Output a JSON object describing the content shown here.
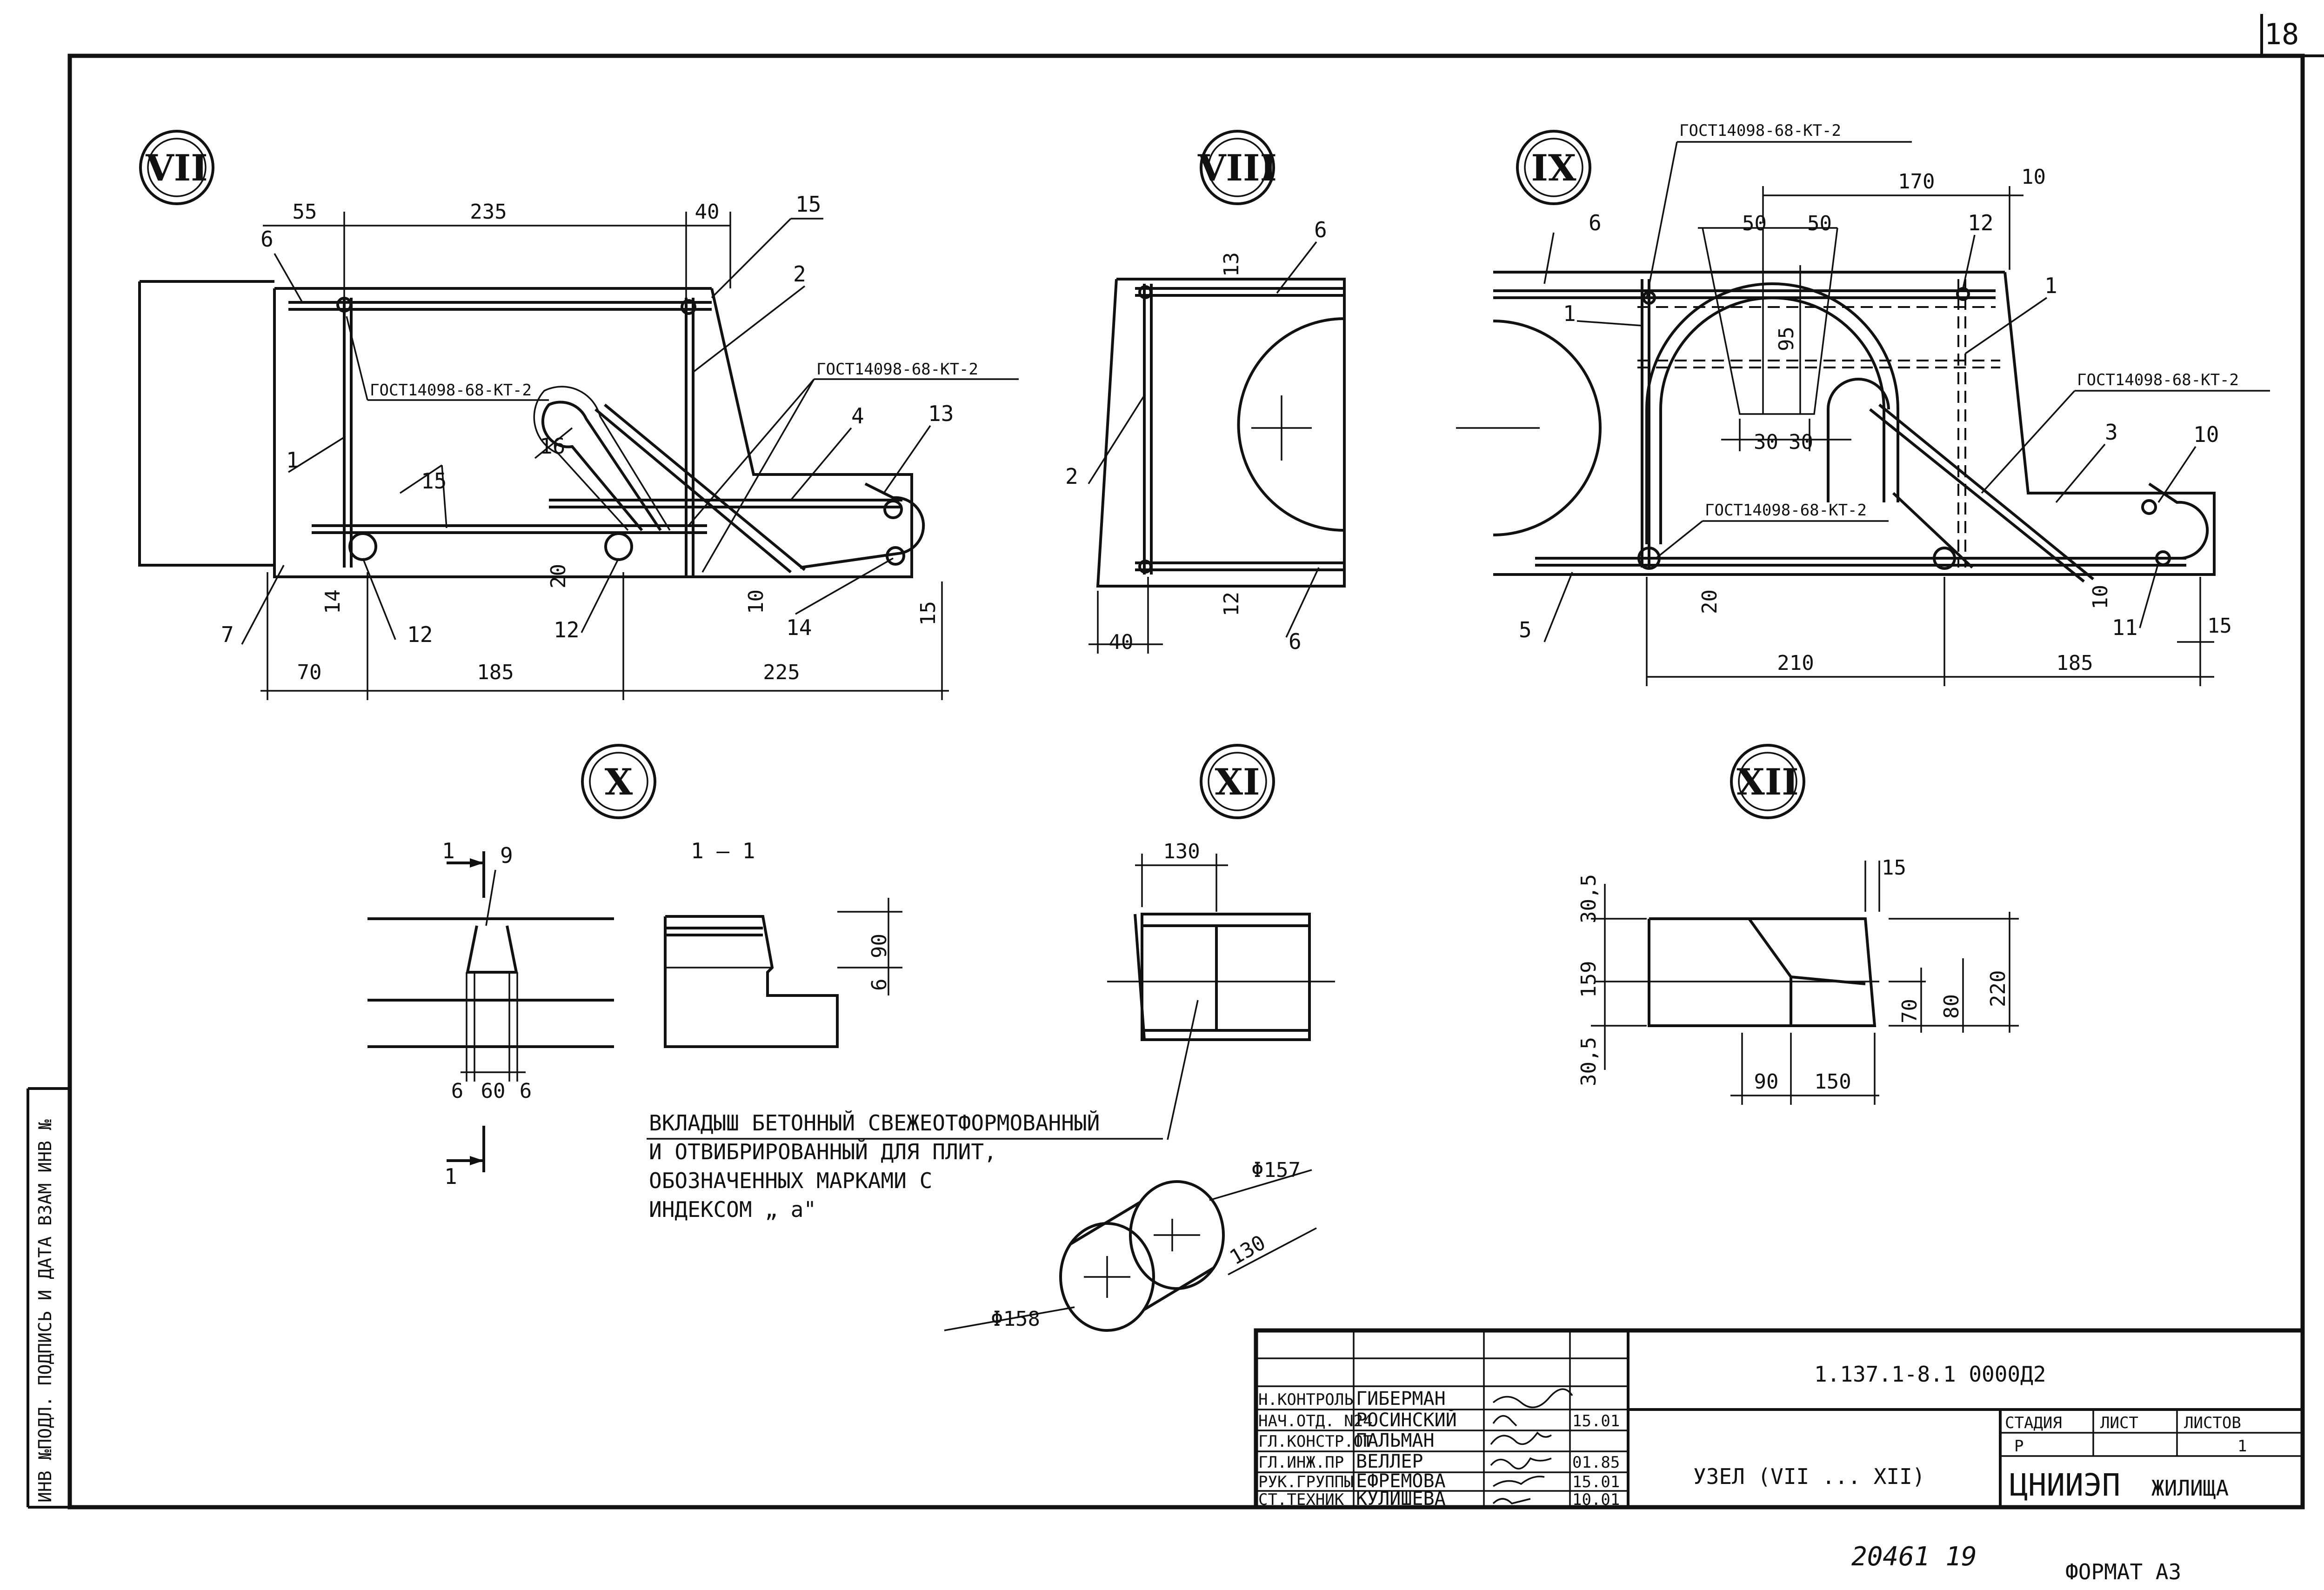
{
  "sheet_number": "18",
  "nodes": {
    "VII": {
      "label": "VII",
      "dims_top": [
        "55",
        "235",
        "40"
      ],
      "dims_bottom": [
        "70",
        "185",
        "225"
      ],
      "dims_small": [
        "20",
        "14",
        "10",
        "15"
      ],
      "positions": [
        "6",
        "15",
        "2",
        "1",
        "16",
        "15",
        "4",
        "13",
        "7",
        "12",
        "12",
        "14"
      ],
      "gost": [
        "ГОСТ14098-68-КТ-2",
        "ГОСТ14098-68-КТ-2"
      ]
    },
    "VIII": {
      "label": "VIII",
      "dims": [
        "13",
        "12",
        "40"
      ],
      "positions": [
        "6",
        "2",
        "6"
      ]
    },
    "IX": {
      "label": "IX",
      "dims_top": [
        "170",
        "50",
        "50",
        "10"
      ],
      "dims_mid": [
        "95",
        "30",
        "30"
      ],
      "dims_bottom": [
        "210",
        "185",
        "15"
      ],
      "dims_small": [
        "20",
        "10"
      ],
      "positions": [
        "6",
        "1",
        "12",
        "1",
        "3",
        "10",
        "5",
        "11"
      ],
      "gost": [
        "ГОСТ14098-68-КТ-2",
        "ГОСТ14098-68-КТ-2",
        "ГОСТ14098-68-КТ-2"
      ]
    },
    "X": {
      "label": "X",
      "section_mark": "1",
      "section_title": "1 — 1",
      "position": "9",
      "dims": [
        "6",
        "60",
        "6"
      ],
      "side_dims": [
        "90",
        "6"
      ]
    },
    "XI": {
      "label": "XI",
      "dims": [
        "130"
      ]
    },
    "XII": {
      "label": "XII",
      "dims": [
        "15",
        "30,5",
        "159",
        "30,5",
        "70",
        "80",
        "220",
        "90",
        "150"
      ]
    }
  },
  "insert_note": {
    "lines": [
      "ВКЛАДЫШ  БЕТОННЫЙ СВЕЖЕОТФОРМОВАННЫЙ",
      "И ОТВИБРИРОВАННЫЙ ДЛЯ ПЛИТ,",
      "ОБОЗНАЧЕННЫХ МАРКАМИ С",
      "ИНДЕКСОМ „ а\""
    ],
    "dims": [
      "Φ157",
      "130",
      "Φ158"
    ]
  },
  "side_stamp": "ИНВ №ПОДЛ. ПОДПИСЬ И ДАТА ВЗАМ ИНВ №",
  "title_block": {
    "document_code": "1.137.1-8.1    0000Д2",
    "node_title": "УЗЕЛ (VII ... XII)",
    "headers": [
      "СТАДИЯ",
      "ЛИСТ",
      "ЛИСТОВ"
    ],
    "stage": "Р",
    "sheet": "",
    "sheets_total": "1",
    "organization_main": "ЦНИИЭП",
    "organization_sub": "ЖИЛИЩА",
    "signatures": [
      {
        "role": "Н.КОНТРОЛЬ",
        "name": "ГИБЕРМАН",
        "date": ""
      },
      {
        "role": "НАЧ.ОТД. N24",
        "name": "РОСИНСКИЙ",
        "date": "15.01"
      },
      {
        "role": "ГЛ.КОНСТР.ОТ",
        "name": "ПАЛЬМАН",
        "date": ""
      },
      {
        "role": "ГЛ.ИНЖ.ПР",
        "name": "ВЕЛЛЕР",
        "date": "01.85"
      },
      {
        "role": "РУК.ГРУППЫ",
        "name": "ЕФРЕМОВА",
        "date": "15.01"
      },
      {
        "role": "СТ.ТЕХНИК",
        "name": "КУЛИШЕВА",
        "date": "10.01"
      }
    ]
  },
  "bottom": {
    "inventory_number": "20461  19",
    "format": "ФОРМАТ А3"
  }
}
